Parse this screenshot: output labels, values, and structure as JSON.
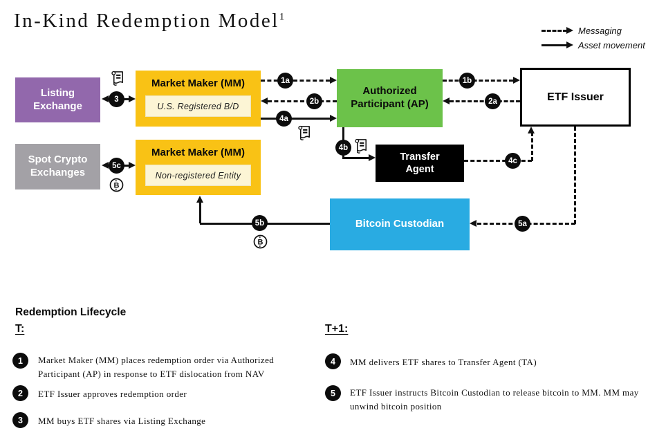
{
  "title": {
    "text": "In-Kind Redemption Model",
    "superscript": "1"
  },
  "legend": {
    "messaging": "Messaging",
    "asset_movement": "Asset movement"
  },
  "diagram": {
    "nodes": {
      "listing_exchange": {
        "label": "Listing Exchange"
      },
      "market_maker_registered": {
        "label": "Market Maker (MM)",
        "sublabel": "U.S. Registered B/D"
      },
      "authorized_participant": {
        "label": "Authorized Participant (AP)"
      },
      "etf_issuer": {
        "label": "ETF Issuer"
      },
      "transfer_agent": {
        "label": "Transfer Agent"
      },
      "spot_crypto_exchanges": {
        "label": "Spot Crypto Exchanges"
      },
      "market_maker_nonregistered": {
        "label": "Market Maker (MM)",
        "sublabel": "Non-registered Entity"
      },
      "bitcoin_custodian": {
        "label": "Bitcoin Custodian"
      }
    },
    "edge_labels": {
      "s1a": "1a",
      "s1b": "1b",
      "s2a": "2a",
      "s2b": "2b",
      "s3": "3",
      "s4a": "4a",
      "s4b": "4b",
      "s4c": "4c",
      "s5a": "5a",
      "s5b": "5b",
      "s5c": "5c"
    }
  },
  "lifecycle": {
    "section_heading": "Redemption Lifecycle",
    "t_heading": "T:",
    "t1_heading": "T+1:",
    "t_steps": [
      {
        "num": "1",
        "text": "Market Maker (MM) places redemption order via Authorized Participant (AP) in response to ETF dislocation from NAV"
      },
      {
        "num": "2",
        "text": "ETF Issuer approves redemption order"
      },
      {
        "num": "3",
        "text": "MM buys ETF shares via Listing Exchange"
      }
    ],
    "t1_steps": [
      {
        "num": "4",
        "text": "MM delivers ETF shares to Transfer Agent (TA)"
      },
      {
        "num": "5",
        "text": "ETF Issuer instructs Bitcoin Custodian to release bitcoin to MM. MM may unwind bitcoin position"
      }
    ]
  },
  "colors": {
    "purple": "#9268AC",
    "gold": "#F9C215",
    "cream": "#FCF5D5",
    "green": "#6CC24A",
    "blue": "#29ABE2",
    "gray": "#A3A1A6",
    "ink": "#111111"
  }
}
